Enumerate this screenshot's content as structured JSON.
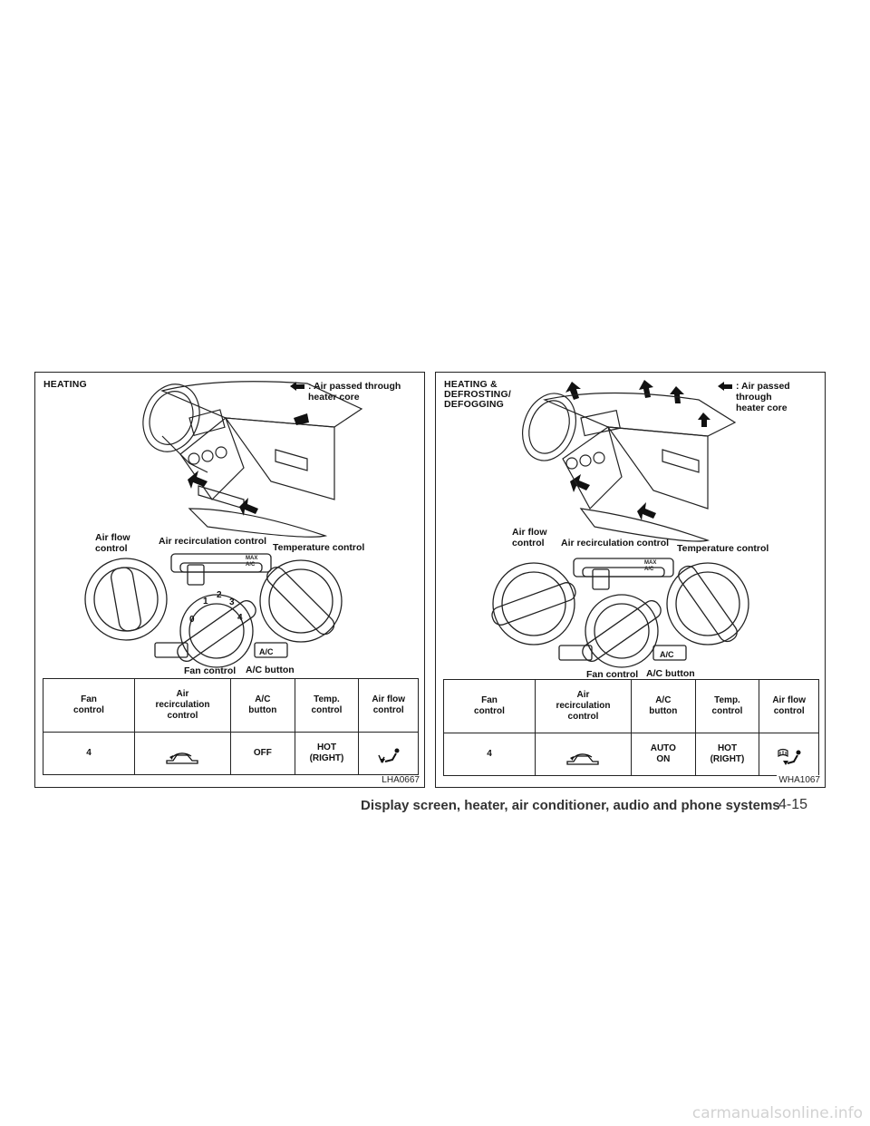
{
  "panels": [
    {
      "title": "HEATING",
      "legend": ": Air passed through\n  heater core",
      "callouts": {
        "air_flow": "Air flow\ncontrol",
        "air_recirc": "Air recirculation control",
        "temperature": "Temperature control",
        "fan": "Fan control",
        "ac_button": "A/C button"
      },
      "panel_labels": {
        "max_ac": "MAX\nA/C",
        "ac": "A/C",
        "fan_numbers": [
          "0",
          "1",
          "2",
          "3",
          "4"
        ]
      },
      "table": {
        "headers": [
          "Fan\ncontrol",
          "Air\nrecirculation\ncontrol",
          "A/C\nbutton",
          "Temp.\ncontrol",
          "Air flow\ncontrol"
        ],
        "row": [
          "4",
          "",
          "OFF",
          "HOT\n(RIGHT)",
          ""
        ]
      },
      "figure_code": "LHA0667"
    },
    {
      "title": "HEATING &\nDEFROSTING/\nDEFOGGING",
      "legend": ": Air passed\n  through\n  heater core",
      "callouts": {
        "air_flow": "Air flow\ncontrol",
        "air_recirc": "Air recirculation control",
        "temperature": "Temperature control",
        "fan": "Fan control",
        "ac_button": "A/C button"
      },
      "panel_labels": {
        "max_ac": "MAX\nA/C",
        "ac": "A/C"
      },
      "table": {
        "headers": [
          "Fan\ncontrol",
          "Air\nrecirculation\ncontrol",
          "A/C\nbutton",
          "Temp.\ncontrol",
          "Air flow\ncontrol"
        ],
        "row": [
          "4",
          "",
          "AUTO\nON",
          "HOT\n(RIGHT)",
          ""
        ]
      },
      "figure_code": "WHA1067"
    }
  ],
  "icons": {
    "legend_arrow": "airflow-arrow-icon",
    "recirculation": "car-recirculation-icon",
    "air_flow_foot": "foot-vent-icon",
    "air_flow_defrost_foot": "defrost-foot-icon"
  },
  "footer": {
    "section_title": "Display screen, heater, air conditioner, audio and phone systems",
    "page_number": "4-15"
  },
  "watermark": "carmanualsonline.info"
}
